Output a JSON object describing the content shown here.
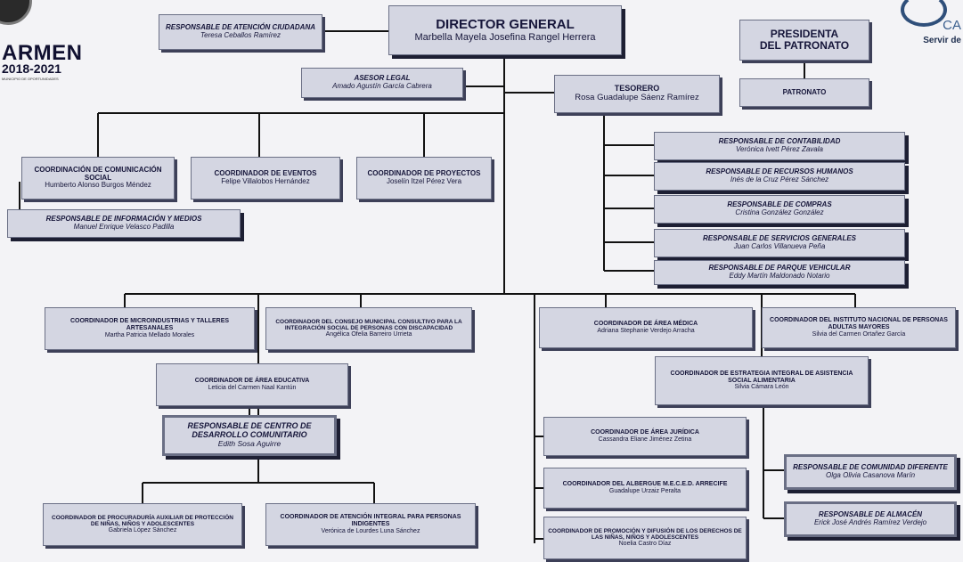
{
  "logo_left": {
    "word": "ARMEN",
    "years": "2018-2021",
    "tagline": "MUNICIPIO DE OPORTUNIDADES"
  },
  "logo_right": {
    "letters": "CA",
    "tagline": "Servir de"
  },
  "director": {
    "title": "DIRECTOR GENERAL",
    "name": "Marbella Mayela Josefina Rangel Herrera"
  },
  "atencion": {
    "title": "RESPONSABLE DE ATENCIÓN CIUDADANA",
    "name": "Teresa Ceballos Ramírez"
  },
  "presidenta": {
    "title_line1": "PRESIDENTA",
    "title_line2": "DEL PATRONATO"
  },
  "patronato": {
    "title": "PATRONATO"
  },
  "asesor": {
    "title": "ASESOR LEGAL",
    "name": "Amado Agustín García Cabrera"
  },
  "tesorero": {
    "title": "TESORERO",
    "name": "Rosa Guadalupe Sáenz Ramírez"
  },
  "contabilidad": {
    "title": "RESPONSABLE DE CONTABILIDAD",
    "name": "Verónica Ivett Pérez Zavala"
  },
  "rh": {
    "title": "RESPONSABLE DE RECURSOS HUMANOS",
    "name": "Inés de la Cruz Pérez Sánchez"
  },
  "compras": {
    "title": "RESPONSABLE DE COMPRAS",
    "name": "Cristina González González"
  },
  "servicios": {
    "title": "RESPONSABLE DE SERVICIOS GENERALES",
    "name": "Juan Carlos Villanueva Peña"
  },
  "parque": {
    "title": "RESPONSABLE DE PARQUE VEHICULAR",
    "name": "Eddy Martín Maldonado Notario"
  },
  "comunicacion": {
    "title": "COORDINACIÓN DE COMUNICACIÓN SOCIAL",
    "name": "Humberto Alonso Burgos Méndez"
  },
  "eventos": {
    "title": "COORDINADOR DE EVENTOS",
    "name": "Felipe Villalobos Hernández"
  },
  "proyectos": {
    "title": "COORDINADOR DE PROYECTOS",
    "name": "Joselín Itzel Pérez Vera"
  },
  "informacion": {
    "title": "RESPONSABLE DE INFORMACIÓN Y MEDIOS",
    "name": "Manuel Enrique Velasco Padilla"
  },
  "microindustrias": {
    "title": "COORDINADOR DE MICROINDUSTRIAS Y TALLERES ARTESANALES",
    "name": "Martha Patricia Mellado Morales"
  },
  "consejo": {
    "title": "COORDINADOR DEL CONSEJO MUNICIPAL CONSULTIVO PARA LA INTEGRACIÓN SOCIAL DE PERSONAS CON DISCAPACIDAD",
    "name": "Angélica Ofelia Barreiro Urrieta"
  },
  "medica": {
    "title": "COORDINADOR DE ÁREA MÉDICA",
    "name": "Adriana Stephanie Verdejo Arracha"
  },
  "inapam": {
    "title": "COORDINADOR DEL INSTITUTO NACIONAL DE PERSONAS ADULTAS MAYORES",
    "name": "Silvia del Carmen Ortañez García"
  },
  "educativa": {
    "title": "COORDINADOR DE ÁREA EDUCATIVA",
    "name": "Leticia del Carmen Naal Kantún"
  },
  "estrategia": {
    "title": "COORDINADOR DE ESTRATEGIA INTEGRAL DE ASISTENCIA SOCIAL ALIMENTARIA",
    "name": "Silvia Cámara León"
  },
  "centro": {
    "title": "RESPONSABLE DE CENTRO DE DESARROLLO COMUNITARIO",
    "name": "Edith Sosa Aguirre"
  },
  "juridica": {
    "title": "COORDINADOR DE ÁREA JURÍDICA",
    "name": "Cassandra Eliane Jiménez Zetina"
  },
  "albergue": {
    "title": "COORDINADOR DEL ALBERGUE M.E.C.E.D. ARRECIFE",
    "name": "Guadalupe Urzaiz Peralta"
  },
  "comunidad": {
    "title": "RESPONSABLE DE COMUNIDAD DIFERENTE",
    "name": "Olga Olivia Casanova Marín"
  },
  "almacen": {
    "title": "RESPONSABLE DE ALMACÉN",
    "name": "Erick José Andrés Ramírez Verdejo"
  },
  "procuraduria": {
    "title": "COORDINADOR DE PROCURADURÍA AUXILIAR DE PROTECCIÓN DE NIÑAS, NIÑOS Y ADOLESCENTES",
    "name": "Gabriela López Sánchez"
  },
  "indigentes": {
    "title": "COORDINADOR DE ATENCIÓN INTEGRAL PARA PERSONAS INDIGENTES",
    "name": "Verónica de Lourdes Luna Sánchez"
  },
  "promocion": {
    "title": "COORDINADOR DE PROMOCIÓN Y DIFUSIÓN DE LOS DERECHOS DE LAS NIÑAS, NIÑOS Y ADOLESCENTES",
    "name": "Noelia Castro Díaz"
  }
}
